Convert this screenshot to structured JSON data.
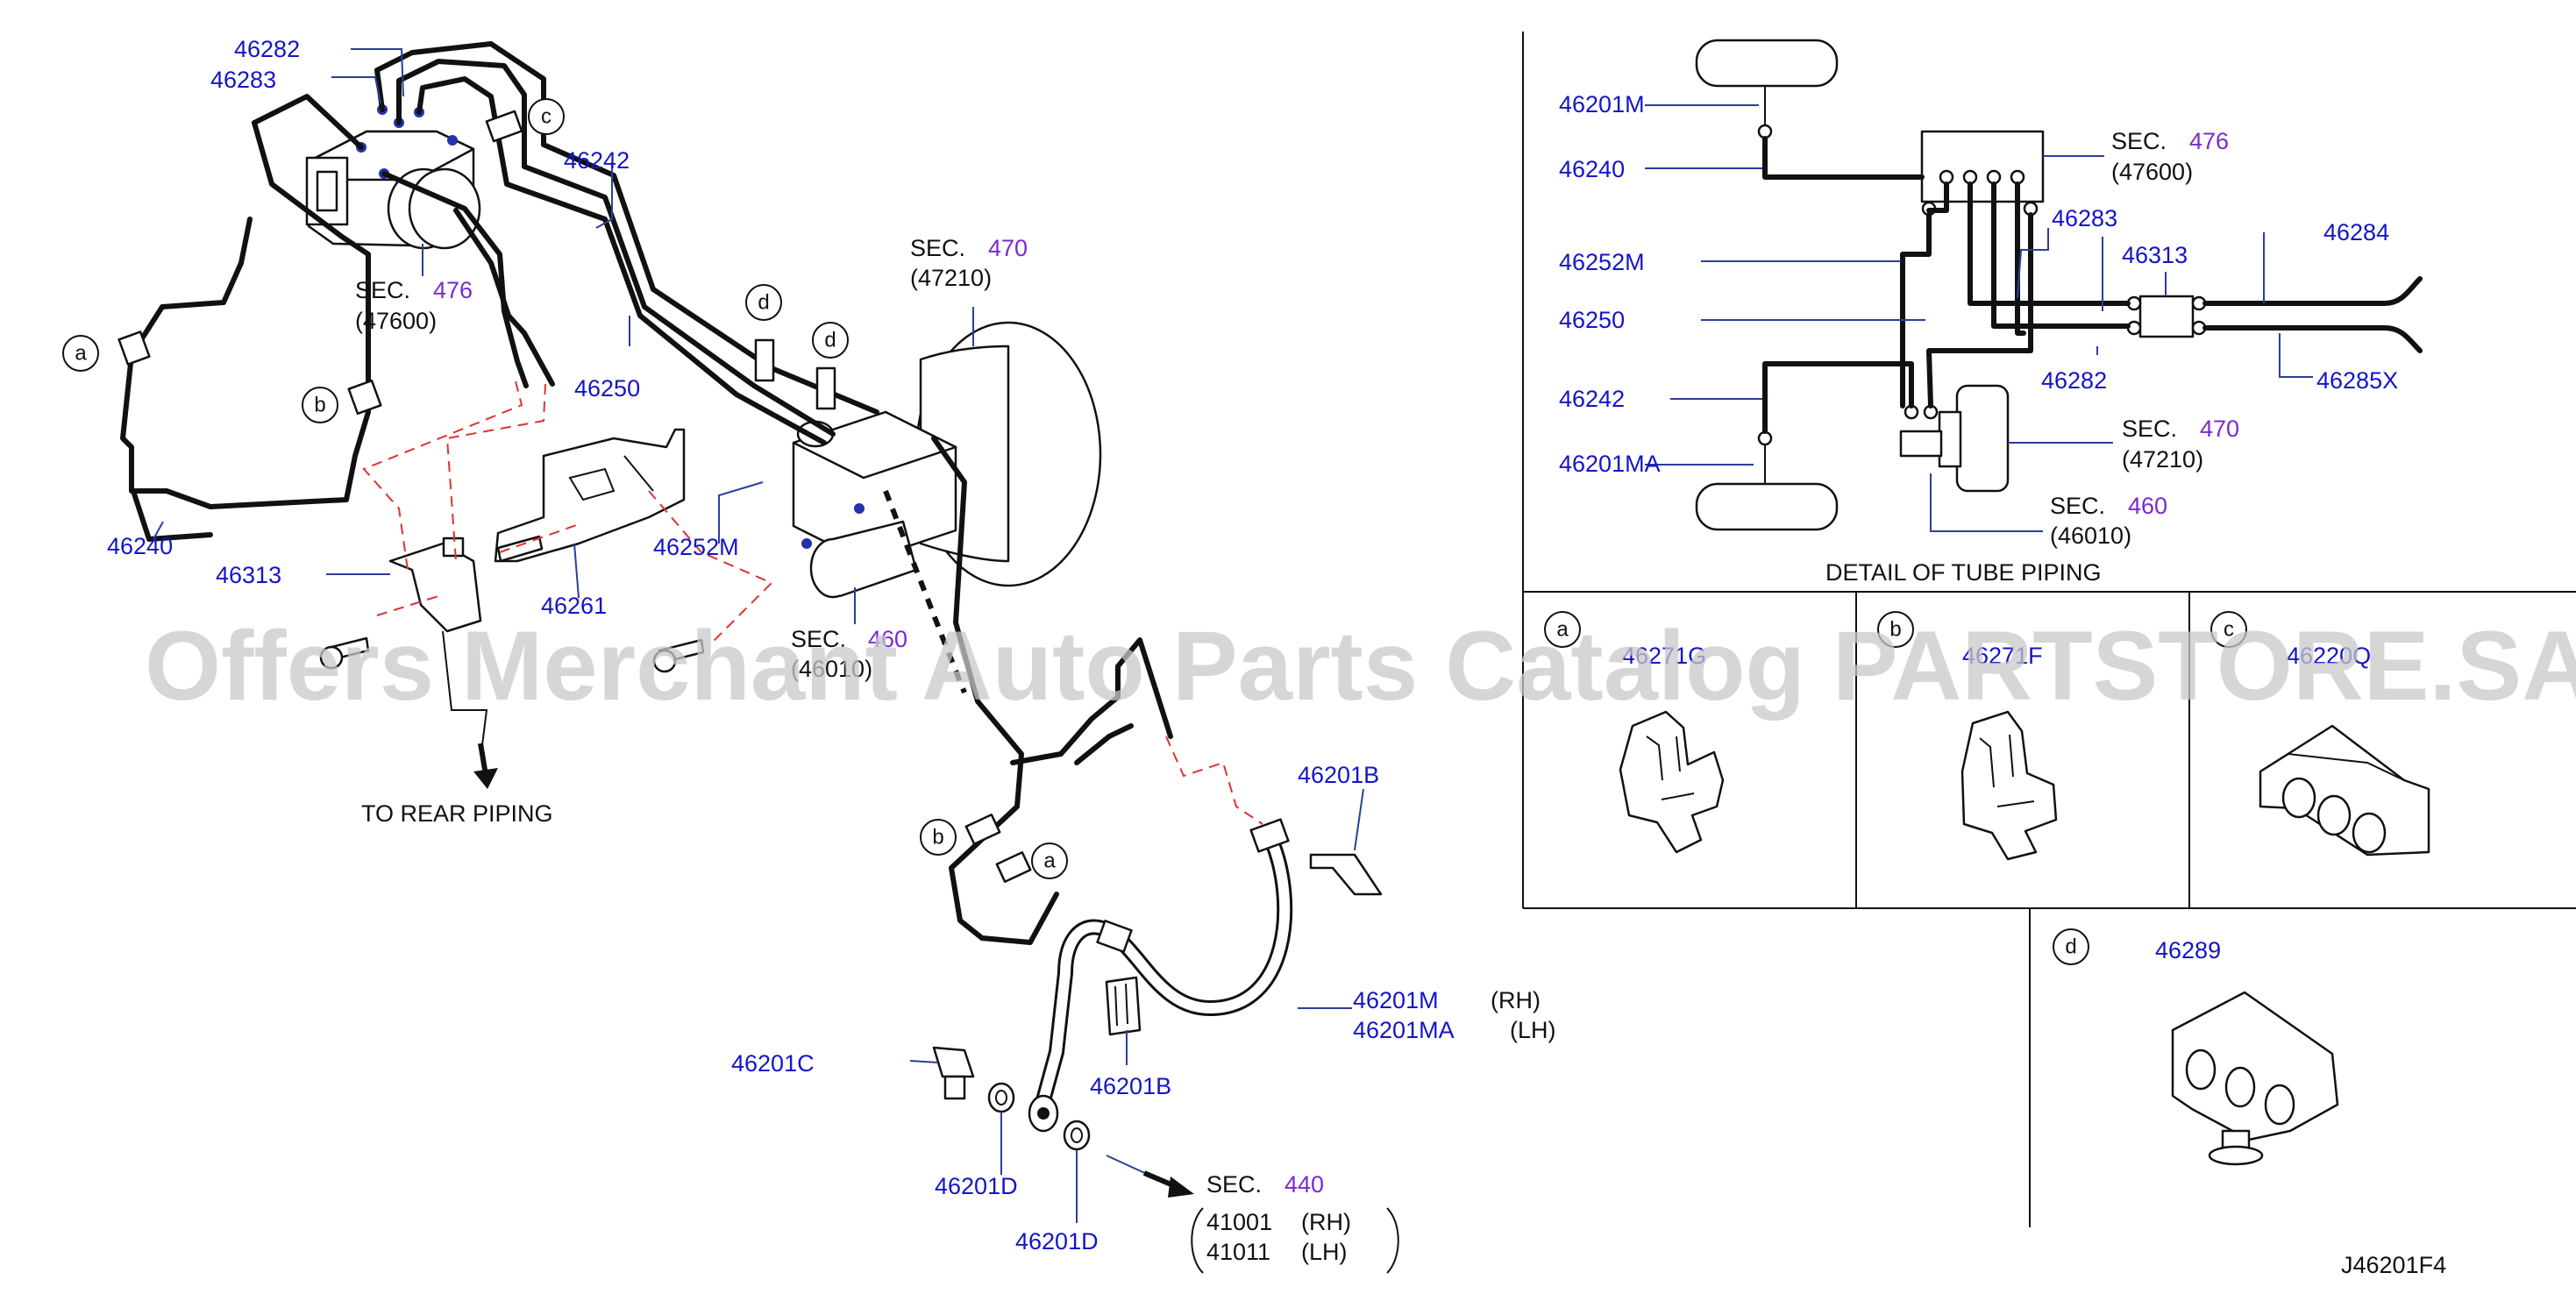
{
  "callouts": {
    "p46282": "46282",
    "p46283": "46283",
    "p46242": "46242",
    "sec476_sec": "SEC.",
    "sec476_num": "476",
    "sec476_code": "(47600)",
    "p46250": "46250",
    "sec470_sec": "SEC.",
    "sec470_num": "470",
    "sec470_code": "(47210)",
    "p46240": "46240",
    "p46313": "46313",
    "p46261": "46261",
    "p46252M": "46252M",
    "sec460_sec": "SEC.",
    "sec460_num": "460",
    "sec460_code": "(46010)",
    "to_rear_piping": "TO   REAR   PIPING",
    "p46201B_top": "46201B",
    "p46201M": "46201M",
    "p46201MA": "46201MA",
    "rh": "(RH)",
    "lh": "(LH)",
    "p46201B_bottom": "46201B",
    "p46201C": "46201C",
    "p46201D_left": "46201D",
    "p46201D_right": "46201D",
    "sec440_sec": "SEC.",
    "sec440_num": "440",
    "k41001": "41001",
    "k41001_side": "(RH)",
    "k41011": "41011",
    "k41011_side": "(LH)"
  },
  "bubbles": {
    "a": "a",
    "b": "b",
    "c": "c",
    "d": "d"
  },
  "detail": {
    "p46201M": "46201M",
    "p46240": "46240",
    "p46252M": "46252M",
    "p46250": "46250",
    "p46242": "46242",
    "p46201MA": "46201MA",
    "sec476_sec": "SEC.",
    "sec476_num": "476",
    "sec476_code": "(47600)",
    "p46283": "46283",
    "p46313": "46313",
    "p46284": "46284",
    "p46282": "46282",
    "p46285X": "46285X",
    "sec470_sec": "SEC.",
    "sec470_num": "470",
    "sec470_code": "(47210)",
    "sec460_sec": "SEC.",
    "sec460_num": "460",
    "sec460_code": "(46010)",
    "title": "DETAIL   OF   TUBE   PIPING"
  },
  "insets": {
    "a_label": "a",
    "a_part": "46271G",
    "b_label": "b",
    "b_part": "46271F",
    "c_label": "c",
    "c_part": "46220Q",
    "d_label": "d",
    "d_part": "46289"
  },
  "footer": {
    "diagram_code": "J46201F4"
  },
  "watermark": "Offers Merchant Auto Parts Catalog PARTSTORE.SA",
  "colors": {
    "part_number": "#1414c8",
    "section_number": "#7a2ad0",
    "leader_line": "#2a3f9a",
    "reference_dash": "#e23030"
  }
}
